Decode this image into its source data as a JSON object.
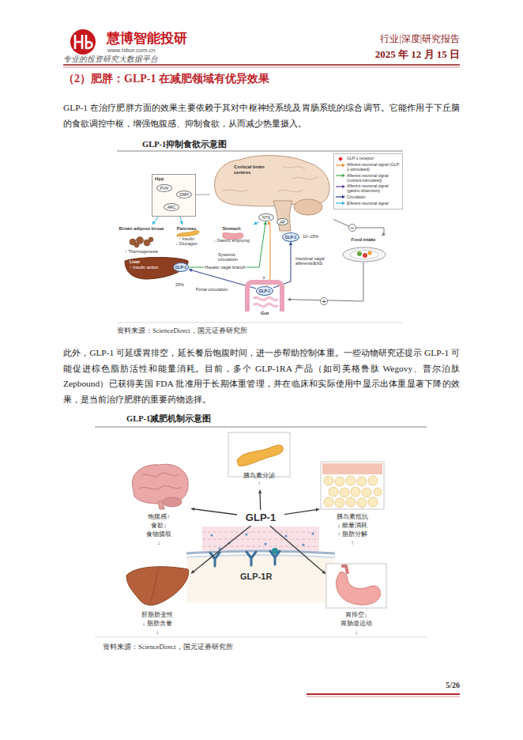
{
  "diagram": {
    "title": "（2）肥胖：GLP-1 在减肥领域有优异效果",
    "nodes": [
      {
        "text": [
          "Cortical brain centres"
        ]
      },
      {
        "text": [
          "NTS"
        ],
        "in": 0
      },
      {
        "text": [
          "AP"
        ],
        "in": 0
      },
      {
        "text": [
          "Hyp"
        ]
      },
      {
        "text": [
          "PVN"
        ],
        "in": 3
      },
      {
        "text": [
          "DMH"
        ],
        "in": 3
      },
      {
        "text": [
          "ARC"
        ],
        "in": 3
      },
      {
        "text": [
          "GLP-1"
        ]
      },
      {
        "text": [
          "Brown adipose tissue",
          "↑ Thermogenesis"
        ]
      },
      {
        "text": [
          "Pancreas",
          "↑ Insulin",
          "↓ Glucagon"
        ]
      },
      {
        "text": [
          "Stomach",
          "↓ Gastric emptying"
        ]
      },
      {
        "text": [
          "Food intake"
        ]
      },
      {
        "text": [
          "Liver",
          "↑ Insulin action"
        ]
      },
      {
        "text": [
          "GLP-1"
        ],
        "in": 12
      },
      {
        "text": [
          "Gut"
        ]
      },
      {
        "text": [
          "GLP-1"
        ],
        "in": 14
      },
      {
        "text": [
          "胰岛素分泌↑"
        ]
      },
      {
        "text": [
          "饱腹感↑ 食欲↓ 食物摄取↓"
        ]
      },
      {
        "text": [
          "胰岛素抵抗↓ 能量消耗↑ 脂肪分解↑"
        ]
      },
      {
        "text": [
          "GLP-1"
        ]
      },
      {
        "text": [
          "肝脂肪变性↓ 脂肪含量↓"
        ]
      },
      {
        "text": [
          "胃排空↓ 胃肠道运动↓"
        ]
      }
    ],
    "edges": [
      {
        "from": 15,
        "to": 13,
        "label": "Portal circulation",
        "arrow": "to"
      },
      {
        "from": 15,
        "to": 1,
        "label": "Intestinal vagal afferents/ENS",
        "arrow": "to"
      },
      {
        "from": 13,
        "to": 1,
        "label": "Hepatic vagal branch",
        "arrow": "to"
      },
      {
        "from": 15,
        "to": 7,
        "arrow": "to"
      },
      {
        "from": 3,
        "to": 8,
        "arrow": "to"
      },
      {
        "from": 3,
        "to": 9,
        "arrow": "to"
      },
      {
        "from": 1,
        "to": 10,
        "arrow": "to"
      },
      {
        "from": 0,
        "to": 3,
        "arrow": "none"
      },
      {
        "from": 0,
        "to": 11,
        "label": "−",
        "arrow": "to"
      },
      {
        "from": 11,
        "to": 14,
        "label": "+",
        "arrow": "to"
      },
      {
        "from": 19,
        "to": 16,
        "arrow": "to"
      },
      {
        "from": 19,
        "to": 17,
        "arrow": "to"
      },
      {
        "from": 19,
        "to": 18,
        "arrow": "to"
      },
      {
        "from": 19,
        "to": 20,
        "arrow": "to"
      },
      {
        "from": 19,
        "to": 21,
        "arrow": "to"
      }
    ],
    "labels": [
      "慧博智能投研",
      "www.hibor.com.cn",
      "专业的投资研究大数据平台",
      "行业|深度|研究报告",
      "2025 年 12 月 15 日",
      "GLP-1 在治疗肥胖方面的效果主要依赖于其对中枢神经系统及胃肠系统的综合调节。它能作用于下丘脑的食欲调控中枢，增强饱腹感、抑制食欲，从而减少热量摄入。",
      "GLP-1抑制食欲示意图",
      "10–15%",
      "Systemic circulation",
      "25%",
      "?",
      "资料来源：ScienceDirect，国元证券研究所",
      "此外，GLP-1 可延缓胃排空，延长餐后饱腹时间，进一步帮助控制体重。一些动物研究还提示 GLP-1 可能促进棕色脂肪活性和能量消耗。目前，多个 GLP-1RA 产品（如司美格鲁肽 Wegovy、普尔泊肽 Zepbound）已获得美国 FDA 批准用于长期体重管理，并在临床和实际使用中显示出体重显著下降的效果，是当前治疗肥胖的重要药物选择。",
      "GLP-1减肥机制示意图",
      "GLP-1R",
      "资料来源：ScienceDirect，国元证券研究所",
      "5/26"
    ],
    "legend": [
      {
        "text": "GLP-1 receptor"
      },
      {
        "text": "Afferent neuronal signal (GLP-1-stimulated)"
      },
      {
        "text": "Afferent neuronal signal (nutrient-stimulated)"
      },
      {
        "text": "Afferent neuronal signal (gastric distension)"
      },
      {
        "text": "Circulation"
      },
      {
        "text": "Efferent neuronal signal"
      }
    ]
  }
}
